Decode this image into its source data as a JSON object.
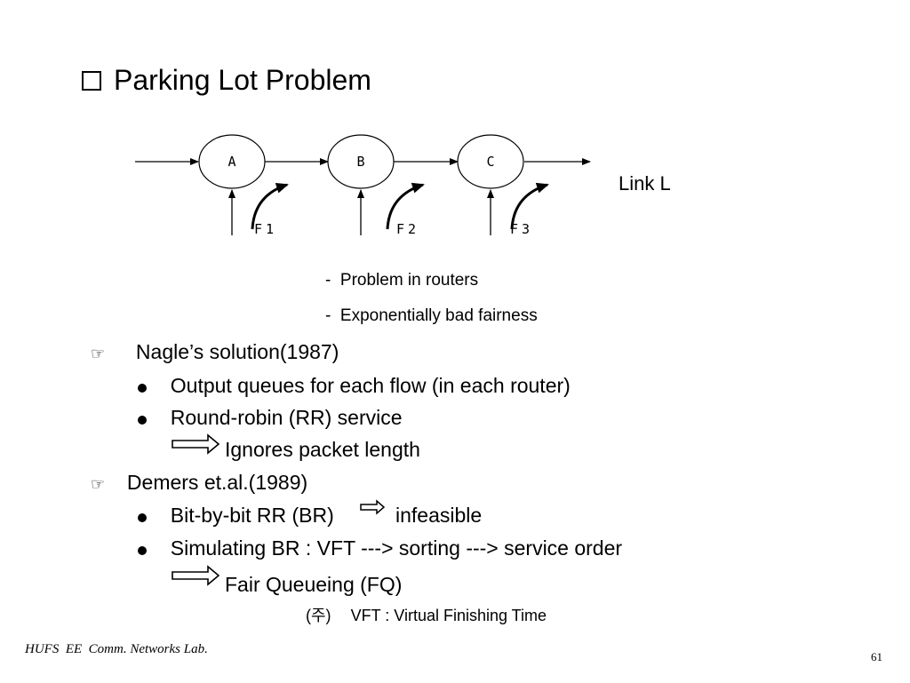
{
  "title": "Parking Lot Problem",
  "diagram": {
    "nodes": [
      "A",
      "B",
      "C"
    ],
    "flows": [
      "F1",
      "F2",
      "F3"
    ],
    "link_label": "Link L"
  },
  "notes": [
    "Problem in routers",
    "Exponentially bad fairness"
  ],
  "nagle": {
    "heading": "Nagle’s solution(1987)",
    "bullets": [
      "Output queues for each flow (in each router)",
      "Round-robin (RR) service"
    ],
    "result": "Ignores packet length"
  },
  "demers": {
    "heading": "Demers et.al.(1989)",
    "bullet1_left": "Bit-by-bit RR (BR)",
    "bullet1_right": "infeasible",
    "bullet2": "Simulating BR : VFT ---> sorting ---> service order",
    "result": "Fair Queueing (FQ)"
  },
  "footnote": {
    "marker": "(주)",
    "text": "VFT : Virtual Finishing Time"
  },
  "footer": "HUFS  EE  Comm. Networks Lab.",
  "page_number": "61"
}
